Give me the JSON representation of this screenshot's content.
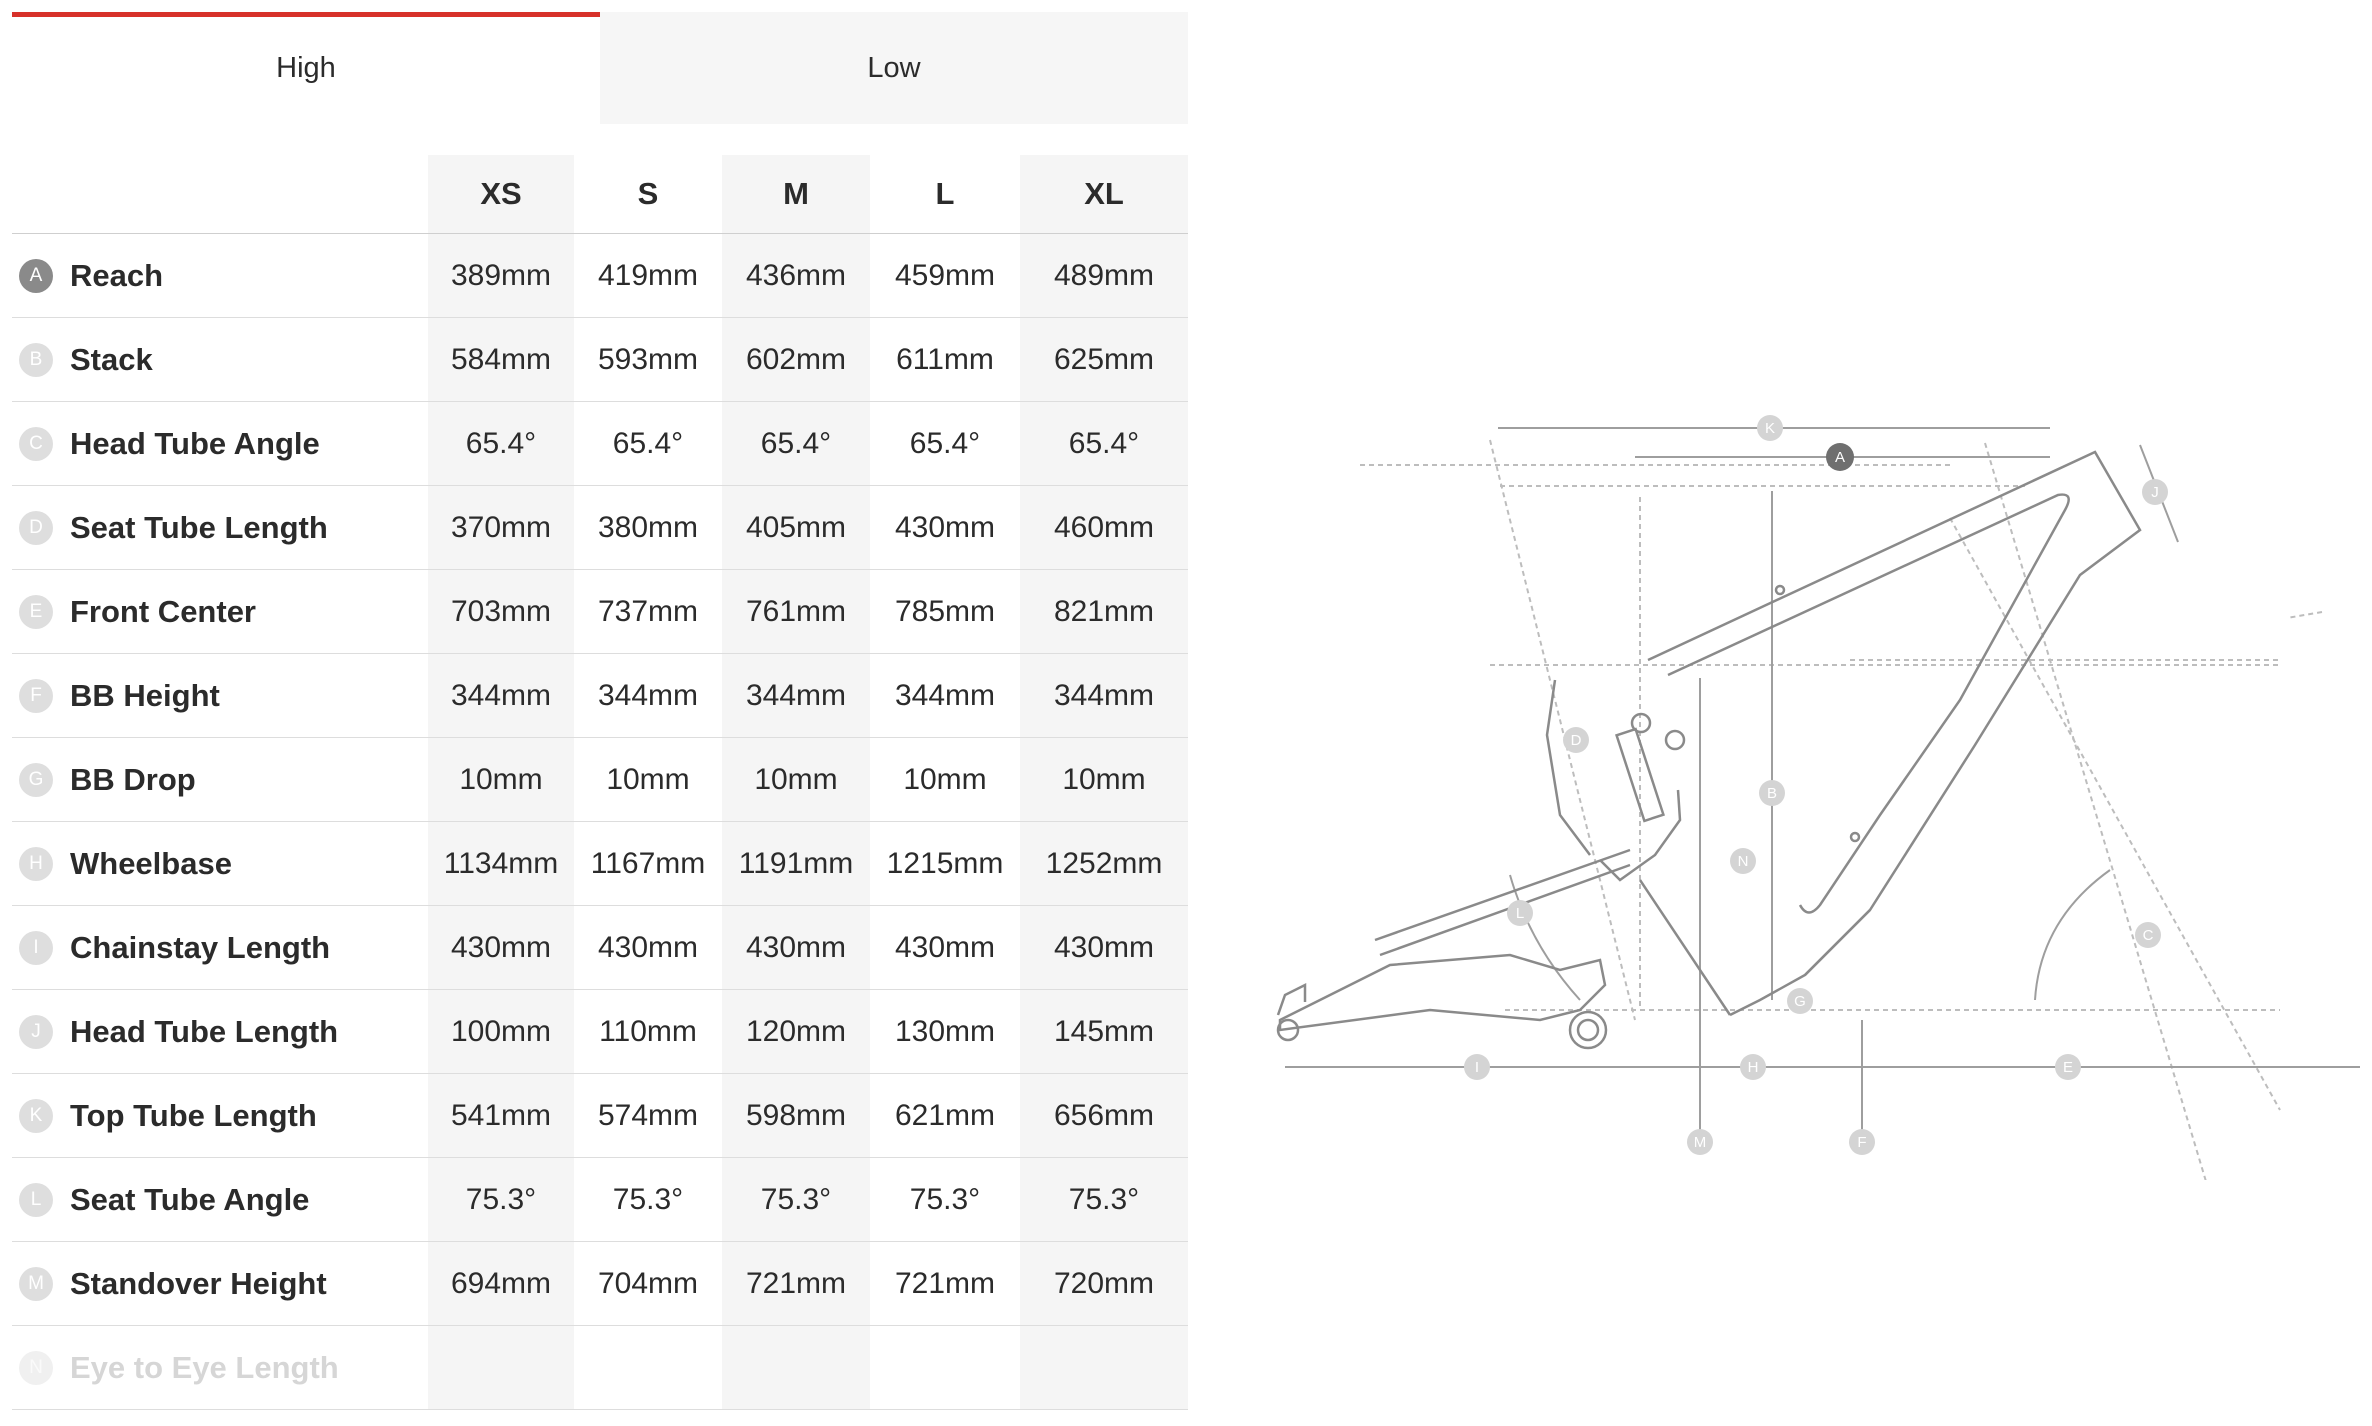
{
  "tabs": [
    {
      "label": "High",
      "active": true
    },
    {
      "label": "Low",
      "active": false
    }
  ],
  "accent_color": "#d7312a",
  "sizes": [
    "XS",
    "S",
    "M",
    "L",
    "XL"
  ],
  "rows": [
    {
      "letter": "A",
      "name": "Reach",
      "values": [
        "389mm",
        "419mm",
        "436mm",
        "459mm",
        "489mm"
      ]
    },
    {
      "letter": "B",
      "name": "Stack",
      "values": [
        "584mm",
        "593mm",
        "602mm",
        "611mm",
        "625mm"
      ]
    },
    {
      "letter": "C",
      "name": "Head Tube Angle",
      "values": [
        "65.4°",
        "65.4°",
        "65.4°",
        "65.4°",
        "65.4°"
      ]
    },
    {
      "letter": "D",
      "name": "Seat Tube Length",
      "values": [
        "370mm",
        "380mm",
        "405mm",
        "430mm",
        "460mm"
      ]
    },
    {
      "letter": "E",
      "name": "Front Center",
      "values": [
        "703mm",
        "737mm",
        "761mm",
        "785mm",
        "821mm"
      ]
    },
    {
      "letter": "F",
      "name": "BB Height",
      "values": [
        "344mm",
        "344mm",
        "344mm",
        "344mm",
        "344mm"
      ]
    },
    {
      "letter": "G",
      "name": "BB Drop",
      "values": [
        "10mm",
        "10mm",
        "10mm",
        "10mm",
        "10mm"
      ]
    },
    {
      "letter": "H",
      "name": "Wheelbase",
      "values": [
        "1134mm",
        "1167mm",
        "1191mm",
        "1215mm",
        "1252mm"
      ]
    },
    {
      "letter": "I",
      "name": "Chainstay Length",
      "values": [
        "430mm",
        "430mm",
        "430mm",
        "430mm",
        "430mm"
      ]
    },
    {
      "letter": "J",
      "name": "Head Tube Length",
      "values": [
        "100mm",
        "110mm",
        "120mm",
        "130mm",
        "145mm"
      ]
    },
    {
      "letter": "K",
      "name": "Top Tube Length",
      "values": [
        "541mm",
        "574mm",
        "598mm",
        "621mm",
        "656mm"
      ]
    },
    {
      "letter": "L",
      "name": "Seat Tube Angle",
      "values": [
        "75.3°",
        "75.3°",
        "75.3°",
        "75.3°",
        "75.3°"
      ]
    },
    {
      "letter": "M",
      "name": "Standover Height",
      "values": [
        "694mm",
        "704mm",
        "721mm",
        "721mm",
        "720mm"
      ]
    },
    {
      "letter": "N",
      "name": "Eye to Eye Length",
      "values": [
        "",
        "",
        "",
        "",
        ""
      ]
    }
  ],
  "diagram": {
    "letters": [
      "K",
      "A",
      "J",
      "D",
      "B",
      "N",
      "L",
      "C",
      "G",
      "I",
      "H",
      "E",
      "M",
      "F"
    ]
  }
}
